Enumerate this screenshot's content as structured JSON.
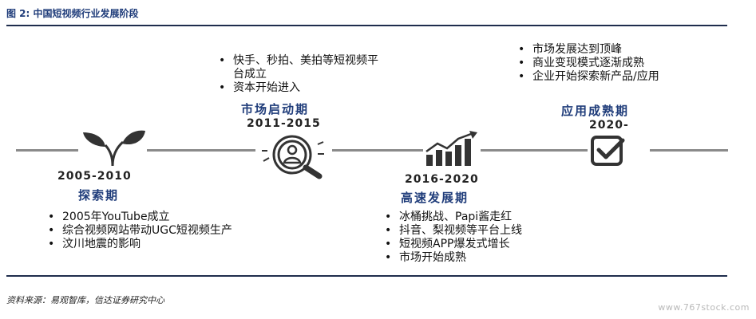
{
  "figure": {
    "title": "图 2:  中国短视频行业发展阶段"
  },
  "stages": [
    {
      "name": "探索期",
      "period": "2005-2010",
      "icon": "leaves-icon",
      "bullets": [
        "2005年YouTube成立",
        "综合视频网站带动UGC短视频生产",
        "汶川地震的影响"
      ]
    },
    {
      "name": "市场启动期",
      "period": "2011-2015",
      "icon": "person-magnifier-icon",
      "bullets": [
        "快手、秒拍、美拍等短视频平台成立",
        "资本开始进入"
      ]
    },
    {
      "name": "高速发展期",
      "period": "2016-2020",
      "icon": "bar-chart-trend-icon",
      "bullets": [
        "冰桶挑战、Papi酱走红",
        "抖音、梨视频等平台上线",
        "短视频APP爆发式增长",
        "市场开始成熟"
      ]
    },
    {
      "name": "应用成熟期",
      "period": "2020-",
      "icon": "checkbox-icon",
      "bullets": [
        "市场发展达到顶峰",
        "商业变现模式逐渐成熟",
        "企业开始探索新产品/应用"
      ]
    }
  ],
  "source": "资料来源：易观智库，信达证券研究中心",
  "watermark": "www.767stock.com",
  "colors": {
    "accent": "#1f3c7a",
    "icon": "#333333",
    "line": "#8a8a8a"
  }
}
